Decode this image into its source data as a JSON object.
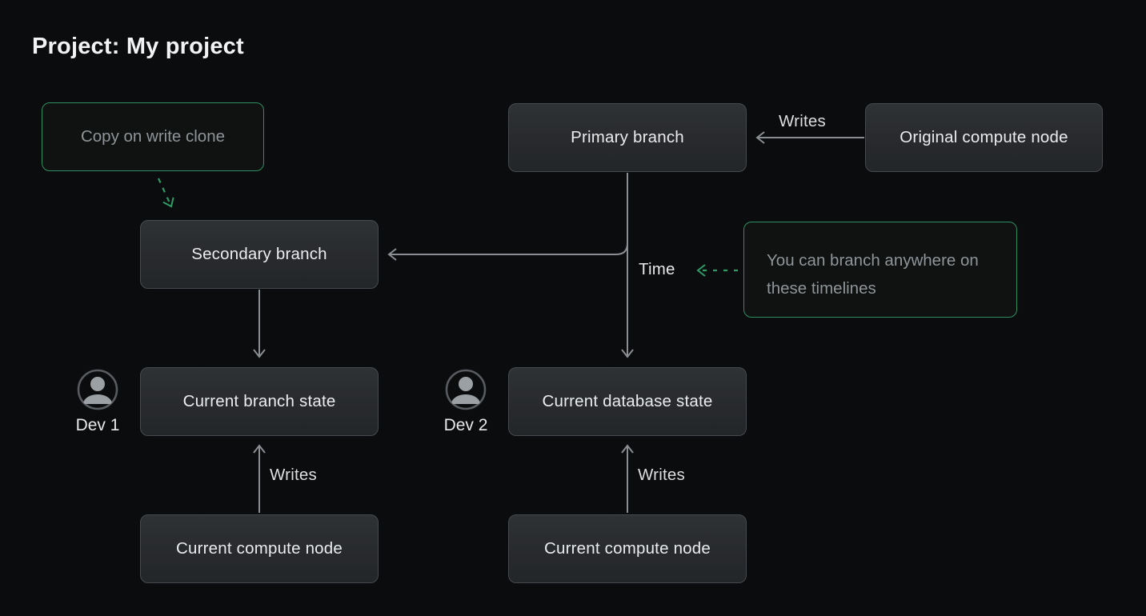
{
  "title": "Project: My project",
  "nodes": {
    "primary_branch": {
      "label": "Primary branch"
    },
    "original_compute_node": {
      "label": "Original compute node"
    },
    "secondary_branch": {
      "label": "Secondary branch"
    },
    "current_branch_state": {
      "label": "Current branch state"
    },
    "current_database_state": {
      "label": "Current database state"
    },
    "current_compute_node_left": {
      "label": "Current compute node"
    },
    "current_compute_node_right": {
      "label": "Current compute node"
    }
  },
  "annotations": {
    "copy_on_write": {
      "label": "Copy on write clone"
    },
    "branch_anywhere": {
      "label": "You can branch anywhere on these timelines"
    }
  },
  "edge_labels": {
    "writes_top": "Writes",
    "writes_left": "Writes",
    "writes_right": "Writes",
    "time": "Time"
  },
  "actors": [
    {
      "name": "Dev 1",
      "icon": "person-icon"
    },
    {
      "name": "Dev 2",
      "icon": "person-icon"
    }
  ],
  "colors": {
    "background": "#0b0c0d",
    "node_fill": "#2b2e31",
    "node_border": "#46494d",
    "node_text": "#eaecee",
    "annotation_border": "#2e8f62",
    "annotation_text": "#8f9498",
    "connector_line": "#8a8e92",
    "accent_green": "#2f9c68",
    "title_text": "#f2f3f4",
    "edge_label_text": "#dcdee0"
  }
}
